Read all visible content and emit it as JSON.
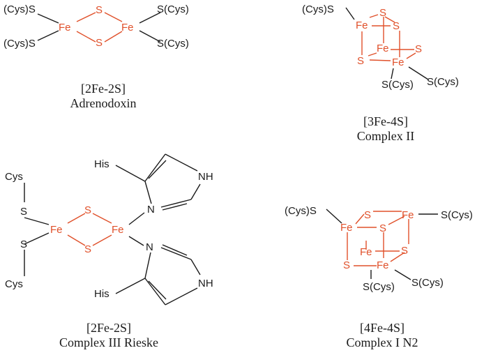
{
  "colors": {
    "iron_sulfur": "#e0502a",
    "ligand": "#1a1a1a"
  },
  "labels": {
    "fe": "Fe",
    "s": "S",
    "s_cys_right": "S(Cys)",
    "s_cys_left": "(Cys)S",
    "cys": "Cys",
    "his": "His",
    "nh": "NH",
    "n": "N"
  },
  "clusters": [
    {
      "type": "[2Fe-2S]",
      "name": "Adrenodoxin"
    },
    {
      "type": "[3Fe-4S]",
      "name": "Complex II"
    },
    {
      "type": "[2Fe-2S]",
      "name": "Complex III Rieske"
    },
    {
      "type": "[4Fe-4S]",
      "name": "Complex I N2"
    }
  ]
}
